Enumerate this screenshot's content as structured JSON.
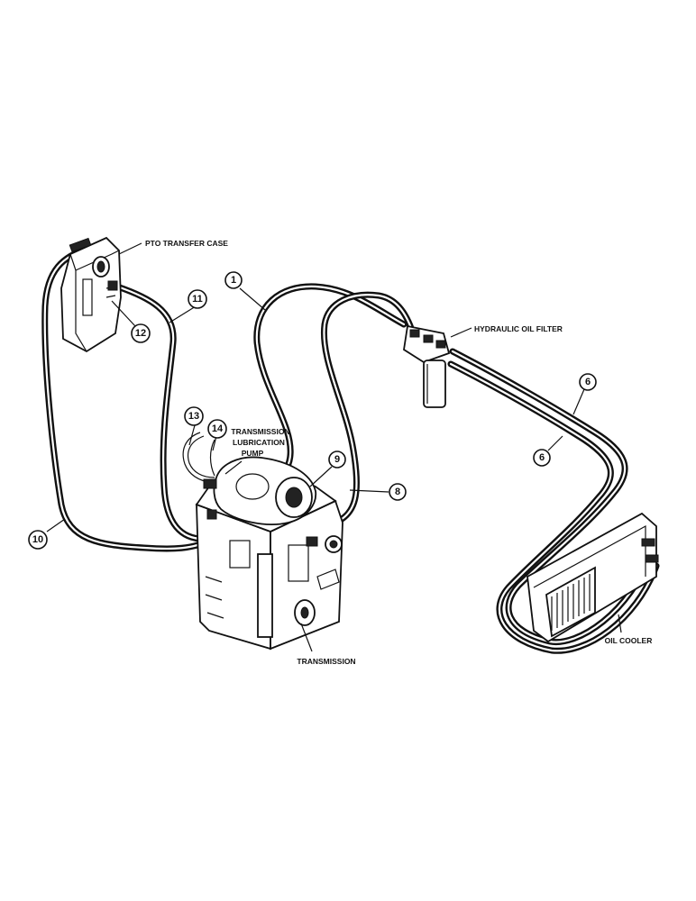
{
  "labels": {
    "pto_transfer_case": "PTO TRANSFER CASE",
    "hydraulic_oil_filter": "HYDRAULIC OIL FILTER",
    "transmission_lubrication_pump": [
      "TRANSMISSION",
      "LUBRICATION",
      "PUMP"
    ],
    "transmission": "TRANSMISSION",
    "oil_cooler": "OIL COOLER"
  },
  "callouts": [
    {
      "id": "1",
      "text": "1"
    },
    {
      "id": "6a",
      "text": "6"
    },
    {
      "id": "6b",
      "text": "6"
    },
    {
      "id": "8",
      "text": "8"
    },
    {
      "id": "9",
      "text": "9"
    },
    {
      "id": "10",
      "text": "10"
    },
    {
      "id": "11",
      "text": "11"
    },
    {
      "id": "12",
      "text": "12"
    },
    {
      "id": "13",
      "text": "13"
    },
    {
      "id": "14",
      "text": "14"
    }
  ]
}
